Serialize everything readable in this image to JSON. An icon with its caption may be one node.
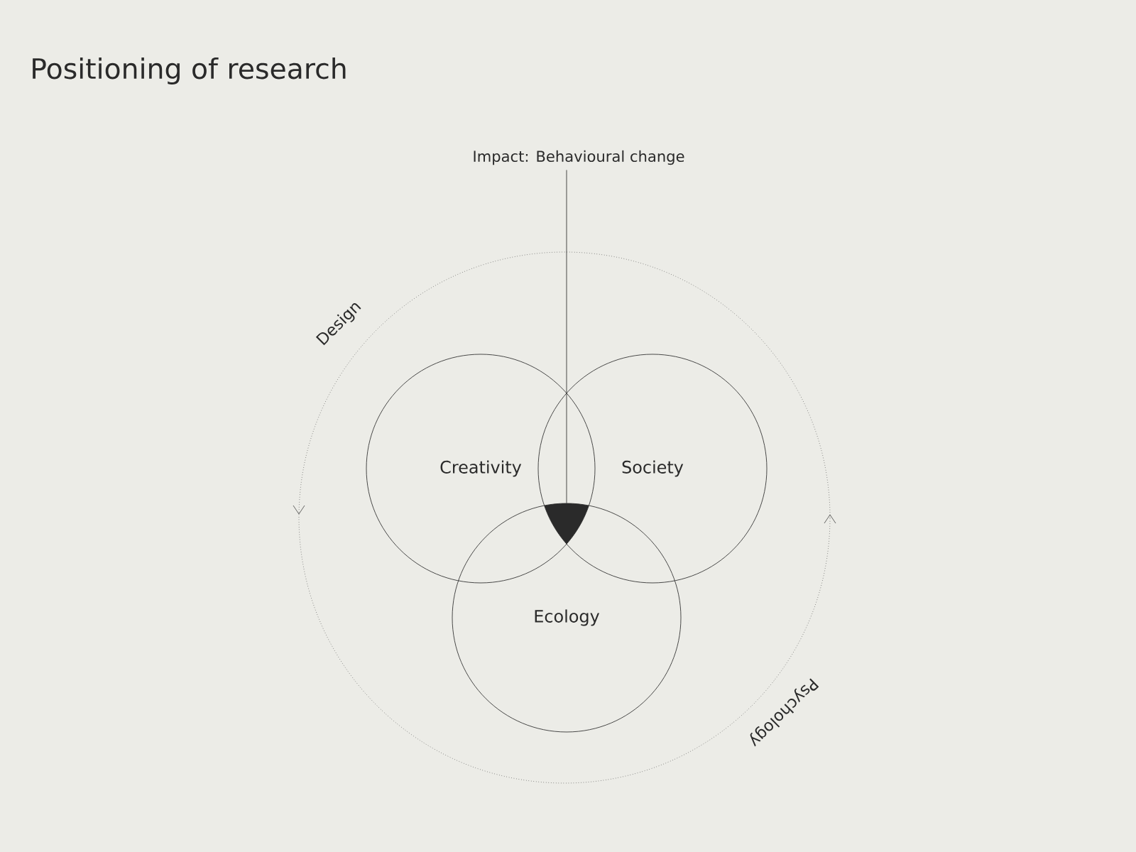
{
  "diagram": {
    "title": "Positioning of research",
    "nodes": [
      {
        "text": [
          "Impact: Behavioural change"
        ]
      },
      {
        "text": [
          "Creativity"
        ]
      },
      {
        "text": [
          "Society"
        ]
      },
      {
        "text": [
          "Ecology"
        ]
      },
      {
        "text": [],
        "shape": "triangle"
      }
    ],
    "edges": [
      {
        "from": 0,
        "to": 4,
        "arrow": "none"
      }
    ],
    "labels": [
      "Design",
      "Psychology"
    ]
  }
}
